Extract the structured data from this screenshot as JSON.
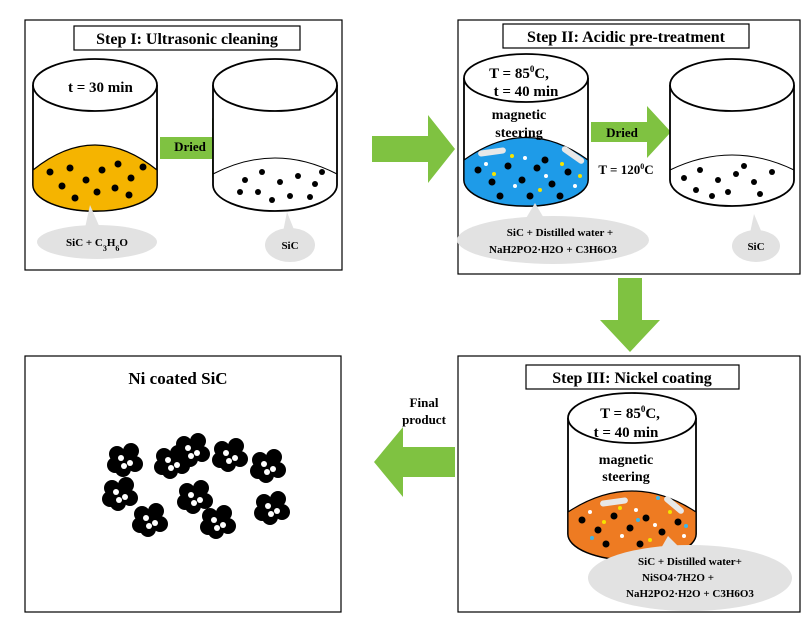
{
  "step1": {
    "title": "Step I: Ultrasonic cleaning",
    "time": "t = 30 min",
    "arrow_label": "Dried",
    "bubble_left": "SiC + C",
    "bubble_left_sub1": "3",
    "bubble_left_mid": "H",
    "bubble_left_sub2": "6",
    "bubble_left_end": "O",
    "bubble_right": "SiC",
    "liquid_color": "#f5b400"
  },
  "step2": {
    "title": "Step II: Acidic pre-treatment",
    "temp": "T = 85",
    "temp_sup": "0",
    "temp_unit": "C,",
    "time": "t = 40 min",
    "stir_line1": "magnetic",
    "stir_line2": "steering",
    "arrow_label": "Dried",
    "dry_temp": "T = 120",
    "dry_temp_sup": "0",
    "dry_temp_unit": "C",
    "bubble_line1": "SiC + Distilled water +",
    "bubble_line2": "NaH2PO2·H2O  + C3H6O3",
    "bubble_right": "SiC",
    "liquid_color": "#1e9be8"
  },
  "step3": {
    "title": "Step III: Nickel coating",
    "temp": "T = 85",
    "temp_sup": "0",
    "temp_unit": "C,",
    "time": "t = 40 min",
    "stir_line1": "magnetic",
    "stir_line2": "steering",
    "bubble_line1": "SiC + Distilled water+",
    "bubble_line2": "NiSO4·7H2O +",
    "bubble_line3": "NaH2PO2·H2O  + C3H6O3",
    "liquid_color": "#ee7b22"
  },
  "final": {
    "title": "Ni coated SiC",
    "arrow_line1": "Final",
    "arrow_line2": "product"
  },
  "colors": {
    "arrow_green": "#7fc241",
    "bubble_gray": "#e2e2e2",
    "particle": "#000000"
  }
}
